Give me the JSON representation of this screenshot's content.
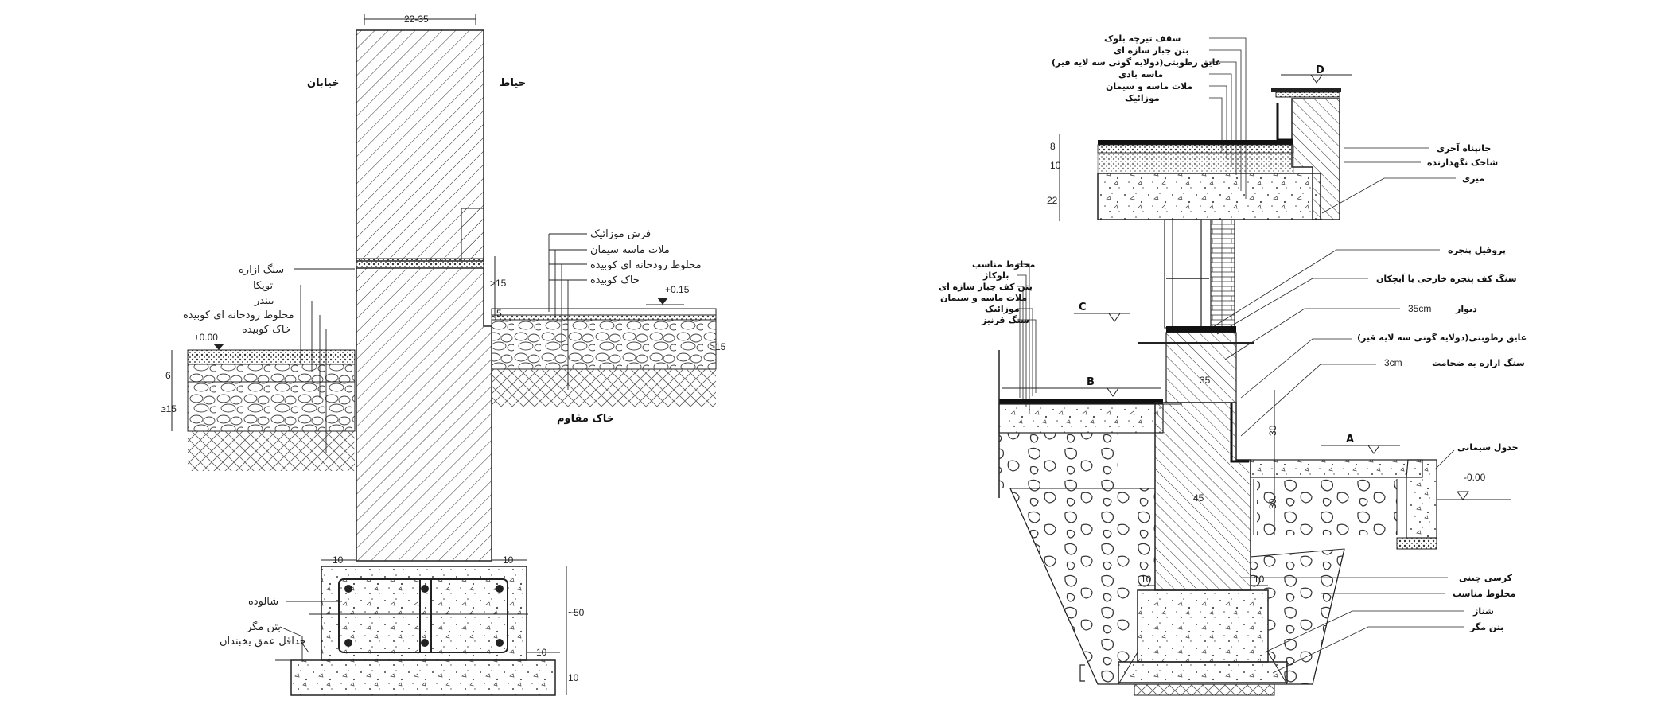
{
  "left_detail": {
    "top_dim": "22-35",
    "street": "خیابان",
    "yard": "حیاط",
    "labels_left": [
      "سنگ ازاره",
      "توپکا",
      "بیندر",
      "مخلوط رودخانه ای کوبیده",
      "خاک کوبیده"
    ],
    "labels_right": [
      "فرش موزائیک",
      "ملات ماسه سیمان",
      "مخلوط رودخانه ای کوبیده",
      "خاک کوبیده"
    ],
    "ground_level": "±0.00",
    "yard_level": "+0.15",
    "dims": {
      "d15a": ">15",
      "d5": "5",
      "d6": "6",
      "d15b": "≥15",
      "d15c": ">15",
      "d10a": "10",
      "d10b": "10",
      "d10c": "10",
      "d50": "~50",
      "d10d": "10"
    },
    "solid_soil": "خاک مقاوم",
    "footing_labels": [
      "شالوده",
      "بتن مگر",
      "حداقل عمق یخبندان"
    ]
  },
  "right_detail": {
    "roof_labels": [
      "سقف تیرچه بلوک",
      "بتن جبار سازه ای",
      "عایق رطوبتی(دولایه گونی سه لایه قیر)",
      "ماسه بادی",
      "ملات ماسه و سیمان",
      "موزائیک"
    ],
    "level_D": "D",
    "level_C": "C",
    "level_B": "B",
    "level_A": "A",
    "parapet_labels": [
      "جانپناه آجری",
      "شاخک نگهدارنده",
      "میری"
    ],
    "window_labels": [
      "پروفیل پنجره",
      "سنگ کف پنجره خارجی با آبچکان",
      "دیوار",
      "35cm",
      "عایق رطوبتی(دولایه گونی سه لایه قیر)",
      "سنگ ازاره به ضخامت",
      "3cm"
    ],
    "floor_labels": [
      "مخلوط مناسب",
      "بلوکاژ",
      "بتن کف جبار سازه ای",
      "ملات ماسه و سیمان",
      "موزائیک",
      "سنگ قرنیز"
    ],
    "roof_dims": [
      "8",
      "10",
      "22"
    ],
    "dims": {
      "d35": "35",
      "d30a": "30",
      "d30b": "30",
      "d45": "45",
      "d10a": "10",
      "d10b": "10"
    },
    "curb": "جدول سیمانی",
    "level_zero": "-0.00",
    "base_labels": [
      "کرسی چینی",
      "مخلوط مناسب",
      "شناژ",
      "بتن مگر"
    ]
  }
}
